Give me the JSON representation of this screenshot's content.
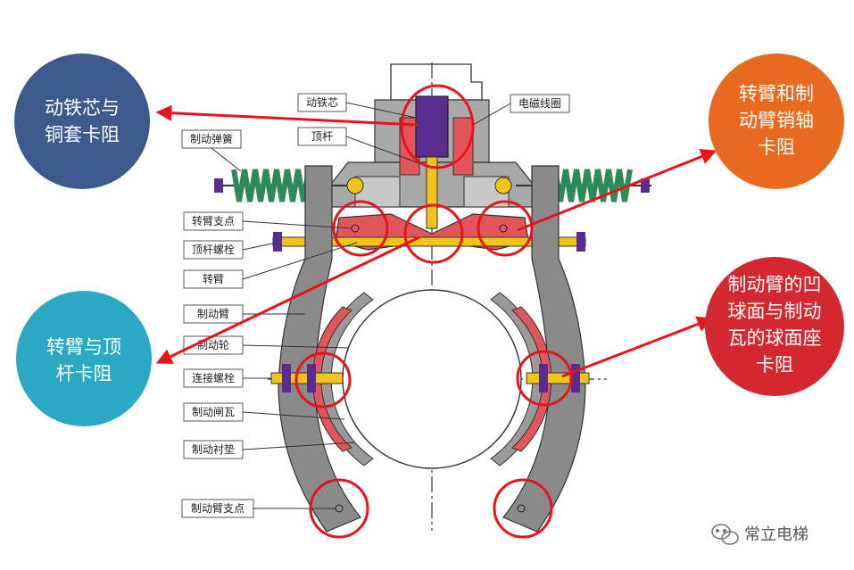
{
  "bubbles": {
    "top_left": {
      "lines": [
        "动铁芯与",
        "铜套卡阻"
      ],
      "color": "#3d5a8c"
    },
    "bottom_left": {
      "lines": [
        "转臂与顶",
        "杆卡阻"
      ],
      "color": "#2aa8c4"
    },
    "top_right": {
      "lines": [
        "转臂和制",
        "动臂销轴",
        "卡阻"
      ],
      "color": "#e86a1f"
    },
    "bottom_right": {
      "lines": [
        "制动臂的凹",
        "球面与制动",
        "瓦的球面座",
        "卡阻"
      ],
      "color": "#d42830"
    }
  },
  "labels": {
    "moving_core": "动铁芯",
    "coil": "电磁线圈",
    "brake_spring": "制动弹簧",
    "push_rod": "顶杆",
    "arm_pivot": "转臂支点",
    "push_rod_bolt": "顶杆螺栓",
    "rotating_arm": "转臂",
    "brake_arm": "制动臂",
    "brake_wheel": "制动轮",
    "connecting_bolt": "连接螺栓",
    "brake_shoe": "制动闸瓦",
    "brake_lining": "制动衬垫",
    "brake_arm_pivot": "制动臂支点"
  },
  "watermark": {
    "text": "常立电梯"
  },
  "colors": {
    "arm_gray": "#8a8a8a",
    "body_gray": "#a9a9a9",
    "coil_red": "#e0565a",
    "core_purple": "#5b2c8f",
    "spring_green": "#2e8b57",
    "rod_yellow": "#f0c419",
    "highlight_red": "#e8141b"
  }
}
